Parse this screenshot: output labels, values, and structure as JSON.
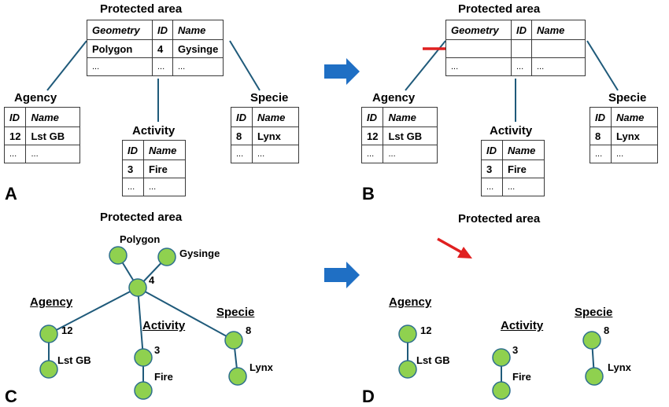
{
  "colors": {
    "line": "#1f5a7a",
    "node_fill": "#8fd14f",
    "node_stroke": "#2e6f8e",
    "blue_arrow": "#1f6fc4",
    "red_arrow": "#e02020"
  },
  "panel_labels": {
    "a": "A",
    "b": "B",
    "c": "C",
    "d": "D"
  },
  "tables": {
    "protected_area": {
      "title": "Protected area",
      "headers": [
        "Geometry",
        "ID",
        "Name"
      ],
      "row1": [
        "Polygon",
        "4",
        "Gysinge"
      ],
      "row2": [
        "...",
        "...",
        "..."
      ]
    },
    "agency": {
      "title": "Agency",
      "headers": [
        "ID",
        "Name"
      ],
      "row1": [
        "12",
        "Lst GB"
      ],
      "row2": [
        "...",
        "..."
      ]
    },
    "activity": {
      "title": "Activity",
      "headers": [
        "ID",
        "Name"
      ],
      "row1": [
        "3",
        "Fire"
      ],
      "row2": [
        "...",
        "..."
      ]
    },
    "specie": {
      "title": "Specie",
      "headers": [
        "ID",
        "Name"
      ],
      "row1": [
        "8",
        "Lynx"
      ],
      "row2": [
        "...",
        "..."
      ]
    }
  },
  "graph": {
    "titles": {
      "protected_area": "Protected area",
      "agency": "Agency",
      "activity": "Activity",
      "specie": "Specie"
    },
    "nodes": {
      "polygon": "Polygon",
      "gysinge": "Gysinge",
      "pa_id": "4",
      "agency_id": "12",
      "agency_name": "Lst GB",
      "activity_id": "3",
      "activity_name": "Fire",
      "specie_id": "8",
      "specie_name": "Lynx"
    }
  }
}
